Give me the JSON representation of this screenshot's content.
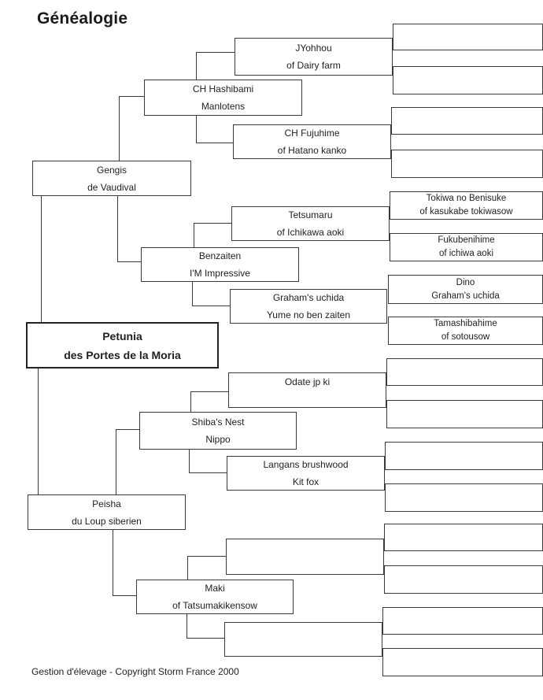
{
  "page": {
    "title": "Généalogie"
  },
  "subject": {
    "line1": "Petunia",
    "line2": "des Portes de la Moria"
  },
  "sire": {
    "line1": "Gengis",
    "line2": "de Vaudival"
  },
  "dam": {
    "line1": "Peisha",
    "line2": "du Loup siberien"
  },
  "sire_sire": {
    "line1": "CH Hashibami",
    "line2": "Manlotens"
  },
  "sire_dam": {
    "line1": "Benzaiten",
    "line2": "I'M Impressive"
  },
  "dam_sire": {
    "line1": "Shiba's Nest",
    "line2": "Nippo"
  },
  "dam_dam": {
    "line1": "Maki",
    "line2": "of Tatsumakikensow"
  },
  "ss_sire": {
    "line1": "JYohhou",
    "line2": "of Dairy farm"
  },
  "ss_dam": {
    "line1": "CH Fujuhime",
    "line2": "of Hatano kanko"
  },
  "sd_sire": {
    "line1": "Tetsumaru",
    "line2": "of Ichikawa aoki"
  },
  "sd_dam": {
    "line1": "Graham's uchida",
    "line2": "Yume no ben zaiten"
  },
  "ds_sire": {
    "line1": "Odate jp ki",
    "line2": ""
  },
  "ds_dam": {
    "line1": "Langans brushwood",
    "line2": "Kit fox"
  },
  "dd_sire": {
    "line1": "",
    "line2": ""
  },
  "dd_dam": {
    "line1": "",
    "line2": ""
  },
  "g4_tetsumaru_sire": {
    "line1": "Tokiwa no Benisuke",
    "line2": "of kasukabe tokiwasow"
  },
  "g4_tetsumaru_dam": {
    "line1": "Fukubenihime",
    "line2": "of ichiwa aoki"
  },
  "g4_graham_sire": {
    "line1": "Dino",
    "line2": "Graham's uchida"
  },
  "g4_graham_dam": {
    "line1": "Tamashibahime",
    "line2": "of sotousow"
  },
  "footer": {
    "text": "Gestion d'élevage  -  Copyright Storm France 2000"
  }
}
